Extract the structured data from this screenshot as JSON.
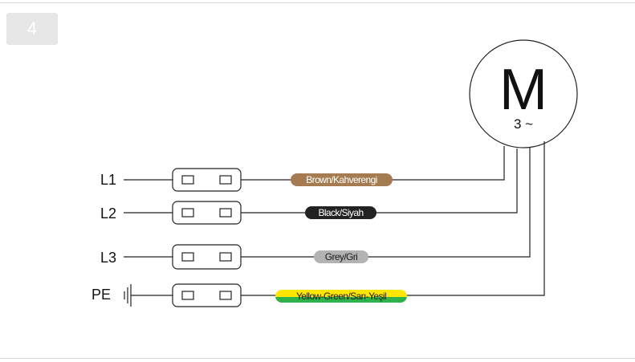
{
  "step_number": "4",
  "motor": {
    "symbol": "M",
    "phase_label": "3 ~"
  },
  "lines": [
    {
      "label": "L1",
      "wire_label": "Brown/Kahverengi",
      "wire_color": "#a57c52",
      "text_color": "#ffffff"
    },
    {
      "label": "L2",
      "wire_label": "Black/Siyah",
      "wire_color": "#222222",
      "text_color": "#ffffff"
    },
    {
      "label": "L3",
      "wire_label": "Grey/Gri",
      "wire_color": "#b3b3b3",
      "text_color": "#1a1a1a"
    },
    {
      "label": "PE",
      "wire_label": "Yellow-Green/Sarı-Yeşil",
      "wire_color": "#ffe600",
      "wire_color_2": "#2db34a",
      "text_color": "#1a1a1a"
    }
  ],
  "colors": {
    "line": "#222222",
    "frame_border": "#d9d9d9",
    "badge_bg": "#e7e7e7"
  }
}
